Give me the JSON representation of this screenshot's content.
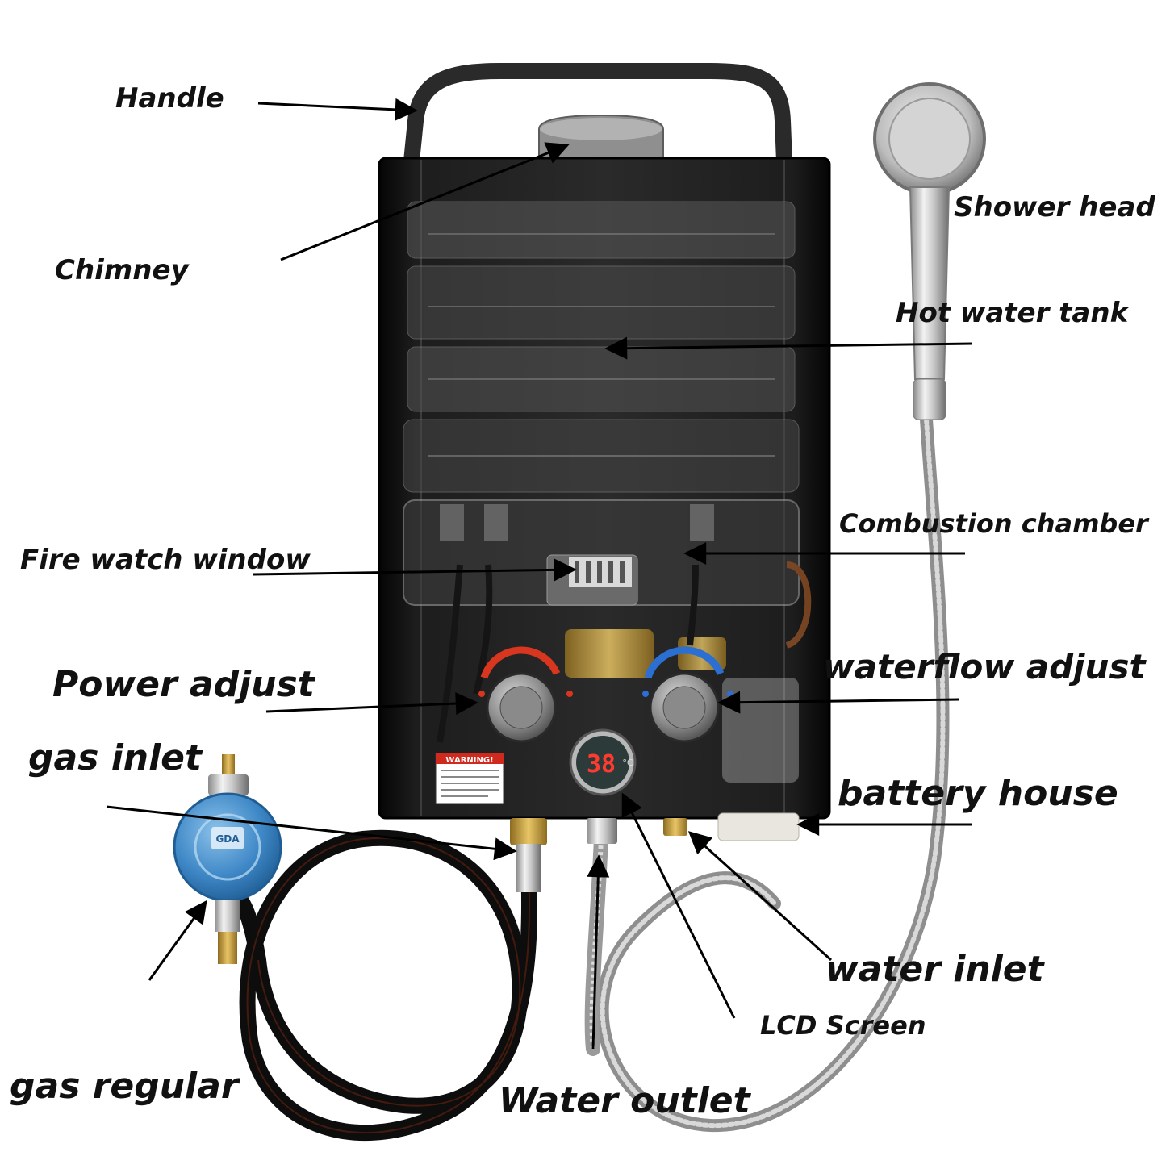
{
  "diagram": {
    "labels": {
      "handle": "Handle",
      "chimney": "Chimney",
      "shower_head": "Shower head",
      "hot_water_tank": "Hot water tank",
      "combustion_chamber": "Combustion chamber",
      "fire_watch_window": "Fire watch window",
      "power_adjust": "Power adjust",
      "waterflow_adjust": "waterflow adjust",
      "gas_inlet": "gas inlet",
      "battery_house": "battery house",
      "water_inlet": "water inlet",
      "lcd_screen": "LCD Screen",
      "gas_regular": "gas regular",
      "water_outlet": "Water outlet"
    },
    "panel": {
      "warning_text": "WARNING!",
      "lcd_reading": "38",
      "lcd_unit": "°C",
      "regulator_brand": "GDA"
    },
    "colors": {
      "heater_body": "#121212",
      "knob_hot": "#d8361f",
      "knob_cold": "#2a6fd1",
      "regulator": "#3f88c7",
      "brass": "#c9a441",
      "hose": "#0d0d0d",
      "steel": "#b8b8b8"
    }
  }
}
